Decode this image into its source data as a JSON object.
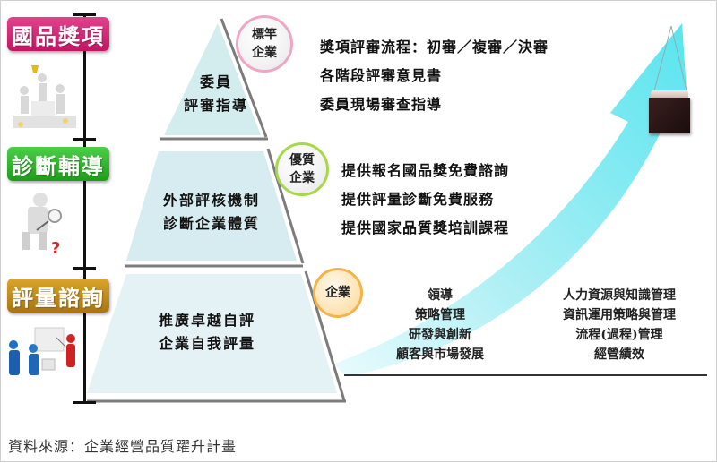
{
  "stages": [
    {
      "label": "國品獎項",
      "color": "#d12873",
      "icon": "podium-trophy-icon"
    },
    {
      "label": "診斷輔導",
      "color": "#2fb52a",
      "icon": "magnifier-question-icon"
    },
    {
      "label": "評量諮詢",
      "color": "#bf8b18",
      "icon": "presentation-meeting-icon"
    }
  ],
  "pyramid": {
    "top": {
      "line1": "委員",
      "line2": "評審指導"
    },
    "middle": {
      "line1": "外部評核機制",
      "line2": "診斷企業體質"
    },
    "bottom": {
      "line1": "推廣卓越自評",
      "line2": "企業自我評量"
    },
    "fill_color": "#d6ecef",
    "edge_color": "#7a7a7a"
  },
  "badges": {
    "benchmark": {
      "line1": "標竿",
      "line2": "企業",
      "ring_color": "#f0a7c6"
    },
    "quality": {
      "line1": "優質",
      "line2": "企業",
      "ring_color": "#a8d84a"
    },
    "enterprise": {
      "line1": "企業",
      "ring_color": "#f3b44a"
    }
  },
  "benchmark_items": [
    "獎項評審流程：初審／複審／決審",
    "各階段評審意見書",
    "委員現場審查指導"
  ],
  "quality_items": [
    "提供報名國品獎免費諮詢",
    "提供評量診斷免費服務",
    "提供國家品質獎培訓課程"
  ],
  "enterprise_items": {
    "left": [
      "領導",
      "策略管理",
      "研發與創新",
      "顧客與市場發展"
    ],
    "right": [
      "人力資源與知識管理",
      "資訊運用策略與管理",
      "流程(過程)管理",
      "經營績效"
    ]
  },
  "arrow": {
    "color": "#5ee6f0",
    "icon": "hanging-box-icon"
  },
  "source": "資料來源：企業經營品質躍升計畫"
}
